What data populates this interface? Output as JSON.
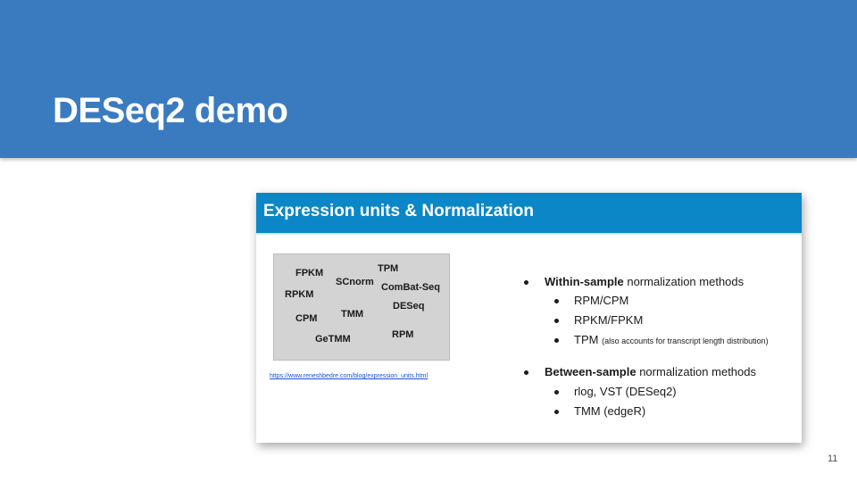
{
  "slide": {
    "title": "DESeq2 demo",
    "page_number": "11"
  },
  "embedded_slide": {
    "title": "Expression units & Normalization",
    "word_cloud": [
      "FPKM",
      "TPM",
      "SCnorm",
      "ComBat-Seq",
      "RPKM",
      "DESeq",
      "CPM",
      "TMM",
      "GeTMM",
      "RPM"
    ],
    "source_link": "https://www.reneshbedre.com/blog/expression_units.html",
    "bullets": {
      "within_bold": "Within-sample",
      "within_rest": " normalization methods",
      "within_items": [
        "RPM/CPM",
        "RPKM/FPKM",
        "TPM"
      ],
      "tpm_note": "(also accounts for transcript length distribution)",
      "between_bold": "Between-sample",
      "between_rest": " normalization methods",
      "between_items": [
        "rlog, VST (DESeq2)",
        "TMM (edgeR)"
      ]
    }
  },
  "colors": {
    "header_band": "#3a7bbf",
    "embedded_header": "#0b87c8",
    "link": "#1a4fd6",
    "word_cloud_bg": "#d3d3d3"
  }
}
